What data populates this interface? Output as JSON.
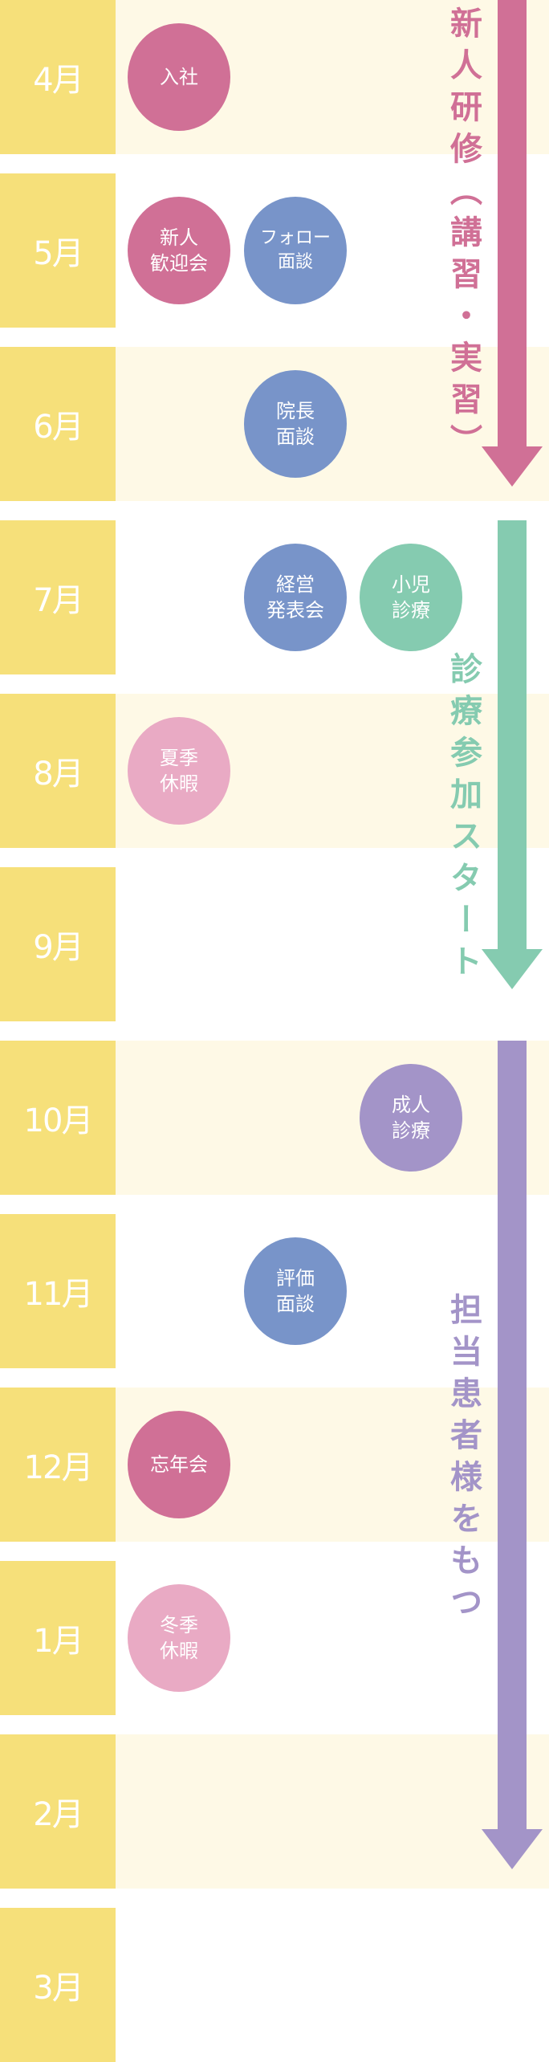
{
  "colors": {
    "month_bg": "#f6e07a",
    "cream": "#fef9e6",
    "pink": "#d07096",
    "blue": "#7894c9",
    "green": "#85cbb0",
    "purple": "#a394c8",
    "light_pink": "#e9aac4"
  },
  "months": [
    "4月",
    "5月",
    "6月",
    "7月",
    "8月",
    "9月",
    "10月",
    "11月",
    "12月",
    "1月",
    "2月",
    "3月"
  ],
  "events": {
    "apr_1": "入社",
    "may_1": "新人\n歓迎会",
    "may_2": "フォロー\n面談",
    "jun_1": "院長\n面談",
    "jul_1": "経営\n発表会",
    "jul_2": "小児\n診療",
    "aug_1": "夏季\n休暇",
    "oct_1": "成人\n診療",
    "nov_1": "評価\n面談",
    "dec_1": "忘年会",
    "jan_1": "冬季\n休暇"
  },
  "phases": {
    "training": "新人研修（講習・実習）",
    "clinical": "診療参加スタート",
    "patients": "担当患者様をもつ"
  }
}
